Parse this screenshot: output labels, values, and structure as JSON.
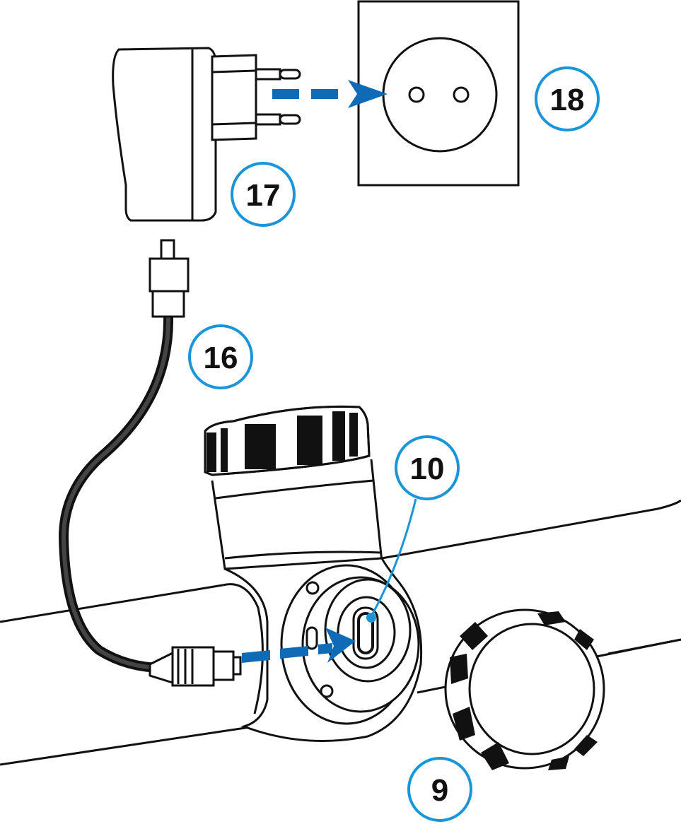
{
  "colors": {
    "line": "#111111",
    "accent": "#1a95d8",
    "arrow": "#0f6bb5",
    "background": "#ffffff"
  },
  "callouts": [
    {
      "id": "callout-18",
      "label": "18"
    },
    {
      "id": "callout-17",
      "label": "17"
    },
    {
      "id": "callout-16",
      "label": "16"
    },
    {
      "id": "callout-10",
      "label": "10"
    },
    {
      "id": "callout-9",
      "label": "9"
    }
  ]
}
